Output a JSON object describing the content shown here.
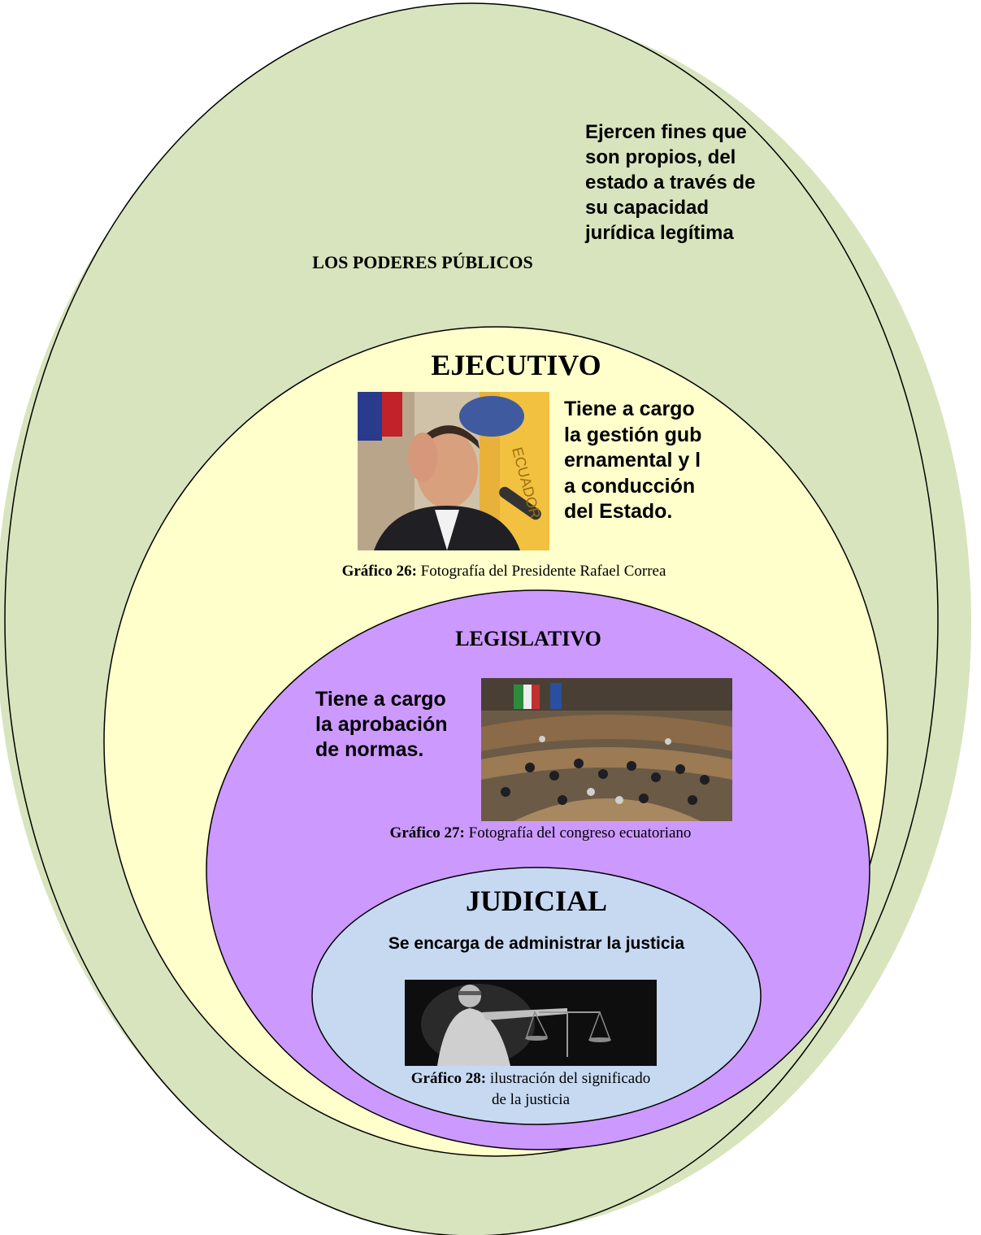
{
  "outer": {
    "title": "LOS PODERES PÚBLICOS",
    "description": "Ejercen fines que son propios, del estado a través de su capacidad jurídica legítima"
  },
  "ejecutivo": {
    "title": "EJECUTIVO",
    "description": "Tiene a cargo la gestión gubernamental y la conducción del Estado.",
    "caption_label": "Gráfico 26:",
    "caption_text": " Fotografía del Presidente Rafael Correa"
  },
  "legislativo": {
    "title": "LEGISLATIVO",
    "description": "Tiene a cargo la aprobación de normas.",
    "caption_label": "Gráfico 27:",
    "caption_text": " Fotografía del congreso ecuatoriano"
  },
  "judicial": {
    "title": "JUDICIAL",
    "description": "Se encarga de administrar la justicia",
    "caption_label": "Gráfico 28:",
    "caption_text": " ilustración del significado de la justicia"
  },
  "colors": {
    "outer_fill": "#d7e4bd",
    "ejecutivo_fill": "#ffffcc",
    "legislativo_fill": "#cc99ff",
    "judicial_fill": "#c6d9f1"
  }
}
